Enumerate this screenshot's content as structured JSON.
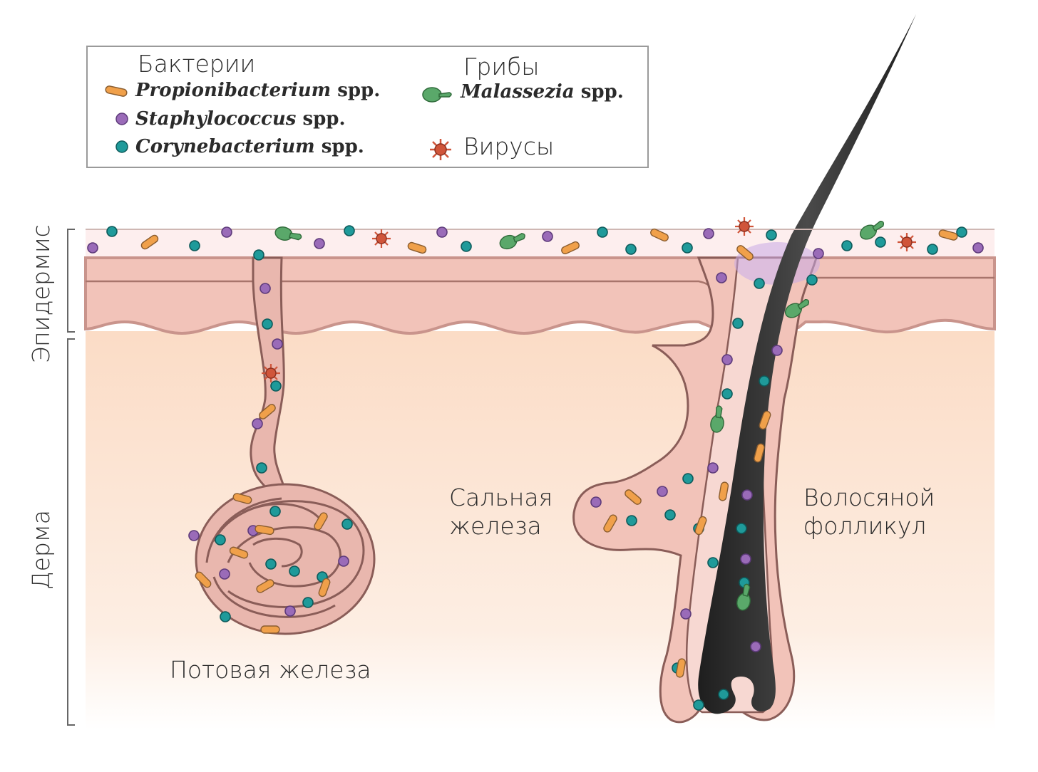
{
  "legend": {
    "bacteria_title": "Бактерии",
    "fungi_title": "Грибы",
    "viruses_label": "Вирусы",
    "items": [
      {
        "genus": "Propionibacterium",
        "suffix": "spp.",
        "icon": "rod-bacterium-icon"
      },
      {
        "genus": "Staphylococcus",
        "suffix": "spp.",
        "icon": "purple-coccus-icon"
      },
      {
        "genus": "Corynebacterium",
        "suffix": "spp.",
        "icon": "teal-coccus-icon"
      }
    ],
    "fungi_item": {
      "genus": "Malassezia",
      "suffix": "spp.",
      "icon": "yeast-fungus-icon"
    },
    "virus_icon": "virus-icon"
  },
  "layers": {
    "epidermis": "Эпидермис",
    "dermis": "Дерма"
  },
  "structures": {
    "sweat_gland": "Потовая железа",
    "sebaceous_gland_line1": "Сальная",
    "sebaceous_gland_line2": "железа",
    "hair_follicle_line1": "Волосяной",
    "hair_follicle_line2": "фолликул"
  },
  "colors": {
    "propionibacterium": "#f0a04a",
    "staphylococcus": "#9a6bb8",
    "corynebacterium": "#1f9a9a",
    "malassezia": "#5aa86a",
    "virus": "#d0553a",
    "epidermis": "#f2c6be",
    "dermis": "#fbe6d6",
    "hair": "#2a2a2a"
  }
}
